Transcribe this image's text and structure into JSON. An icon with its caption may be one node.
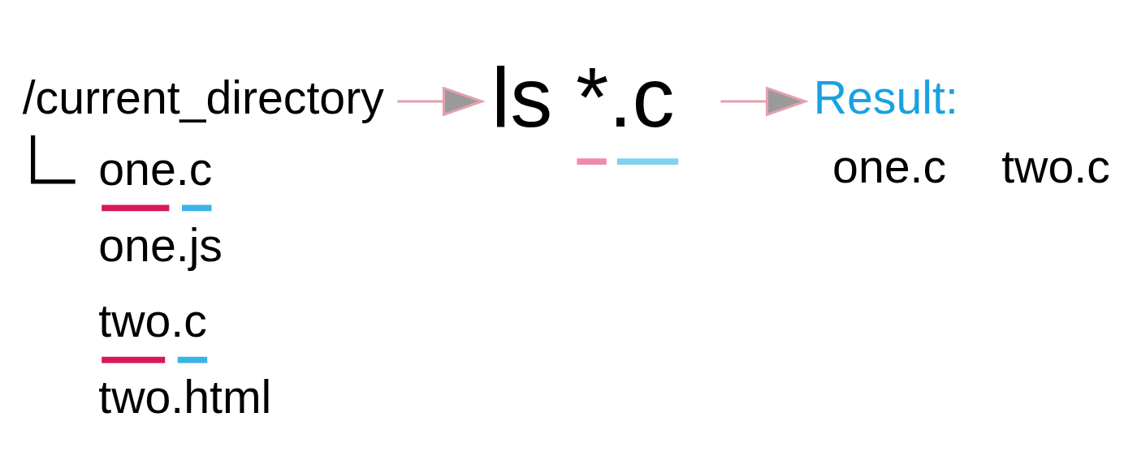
{
  "diagram": {
    "nodes": [
      {
        "text": [
          "/current_directory",
          "one.c",
          "one.js",
          "two.c",
          "two.html"
        ]
      },
      {
        "text": [
          "ls *.c"
        ]
      },
      {
        "text": [
          "Result:",
          "one.c",
          "two.c"
        ]
      }
    ],
    "edges": [
      {
        "from": 0,
        "to": 1,
        "arrow": "to"
      },
      {
        "from": 1,
        "to": 2,
        "arrow": "to"
      }
    ]
  }
}
